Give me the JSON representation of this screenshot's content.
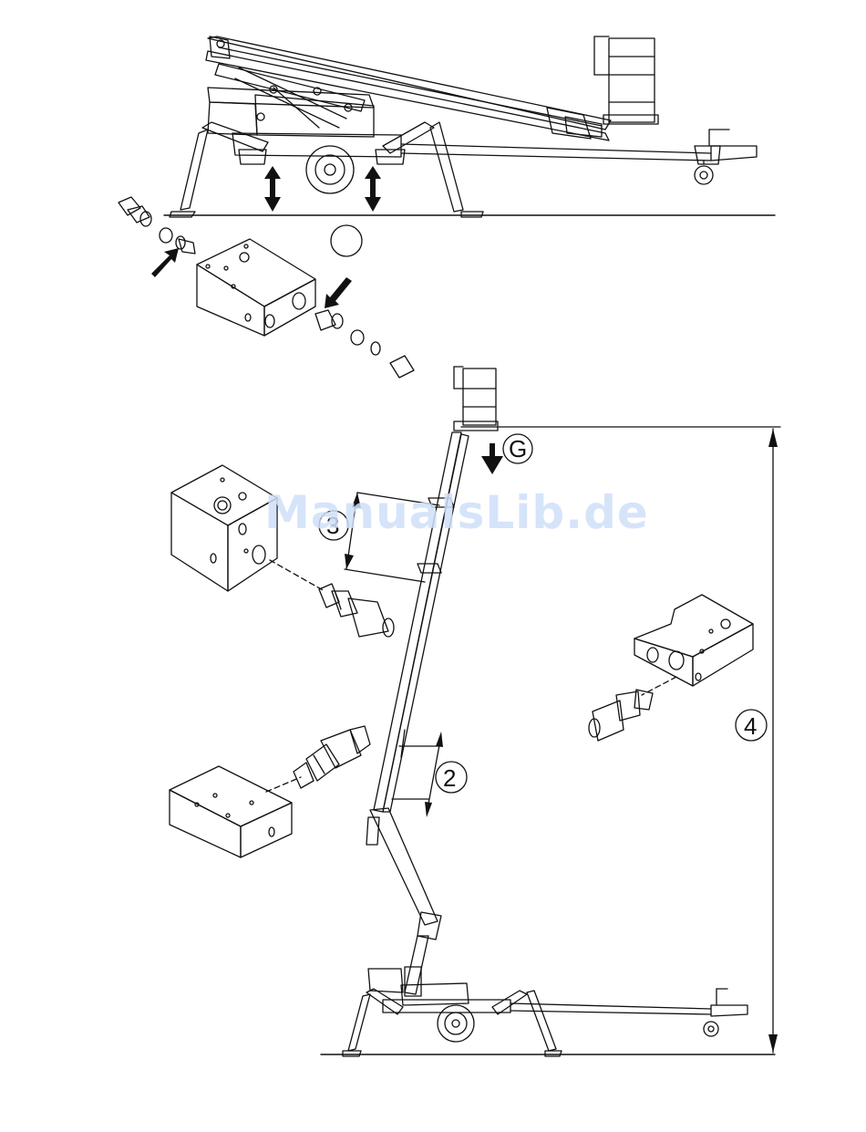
{
  "labels": {
    "detail_g": "G",
    "detail_3": "3",
    "detail_2": "2",
    "detail_4": "4"
  },
  "watermark": "ManualsLib.de",
  "colors": {
    "line": "#111111",
    "watermark": "#cfe0fa"
  },
  "icons": [
    "platform-basket-icon",
    "trailer-wheel-icon",
    "jockey-wheel-icon",
    "outrigger-leg-icon",
    "valve-block-icon",
    "cartridge-valve-icon",
    "fitting-icon",
    "direction-arrow-icon",
    "dimension-arrow-icon"
  ]
}
